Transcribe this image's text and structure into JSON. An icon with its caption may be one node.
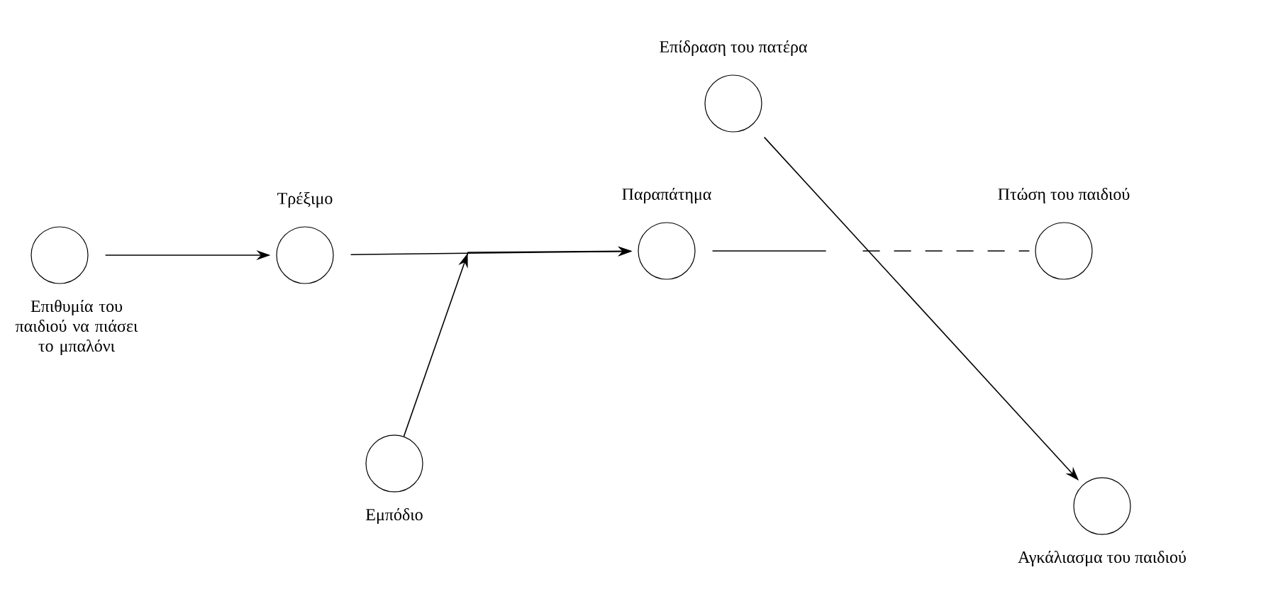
{
  "diagram": {
    "nodes": [
      {
        "text": [],
        "shape": "circle",
        "beside": [
          "Επιθυμία του παιδιού να πιάσει το μπαλόνι"
        ]
      },
      {
        "text": [],
        "shape": "circle",
        "beside": [
          "Τρέξιμο"
        ]
      },
      {
        "text": [],
        "shape": "circle",
        "beside": [
          "Εμπόδιο"
        ]
      },
      {
        "text": [],
        "shape": "circle",
        "beside": [
          "Παραπάτημα"
        ]
      },
      {
        "text": [],
        "shape": "circle",
        "beside": [
          "Επίδραση του πατέρα"
        ]
      },
      {
        "text": [],
        "shape": "circle",
        "beside": [
          "Πτώση του παιδιού"
        ]
      },
      {
        "text": [],
        "shape": "circle",
        "beside": [
          "Αγκάλιασμα του παιδιού"
        ]
      }
    ],
    "edges": [
      {
        "from": 0,
        "to": 1,
        "arrow": "to"
      },
      {
        "from": 1,
        "to": 3,
        "arrow": "to"
      },
      {
        "from": 2,
        "to": 3,
        "arrow": "to"
      },
      {
        "from": 3,
        "to": 5,
        "arrow": "none",
        "style": "dashed"
      },
      {
        "from": 4,
        "to": 6,
        "arrow": "to"
      }
    ]
  }
}
